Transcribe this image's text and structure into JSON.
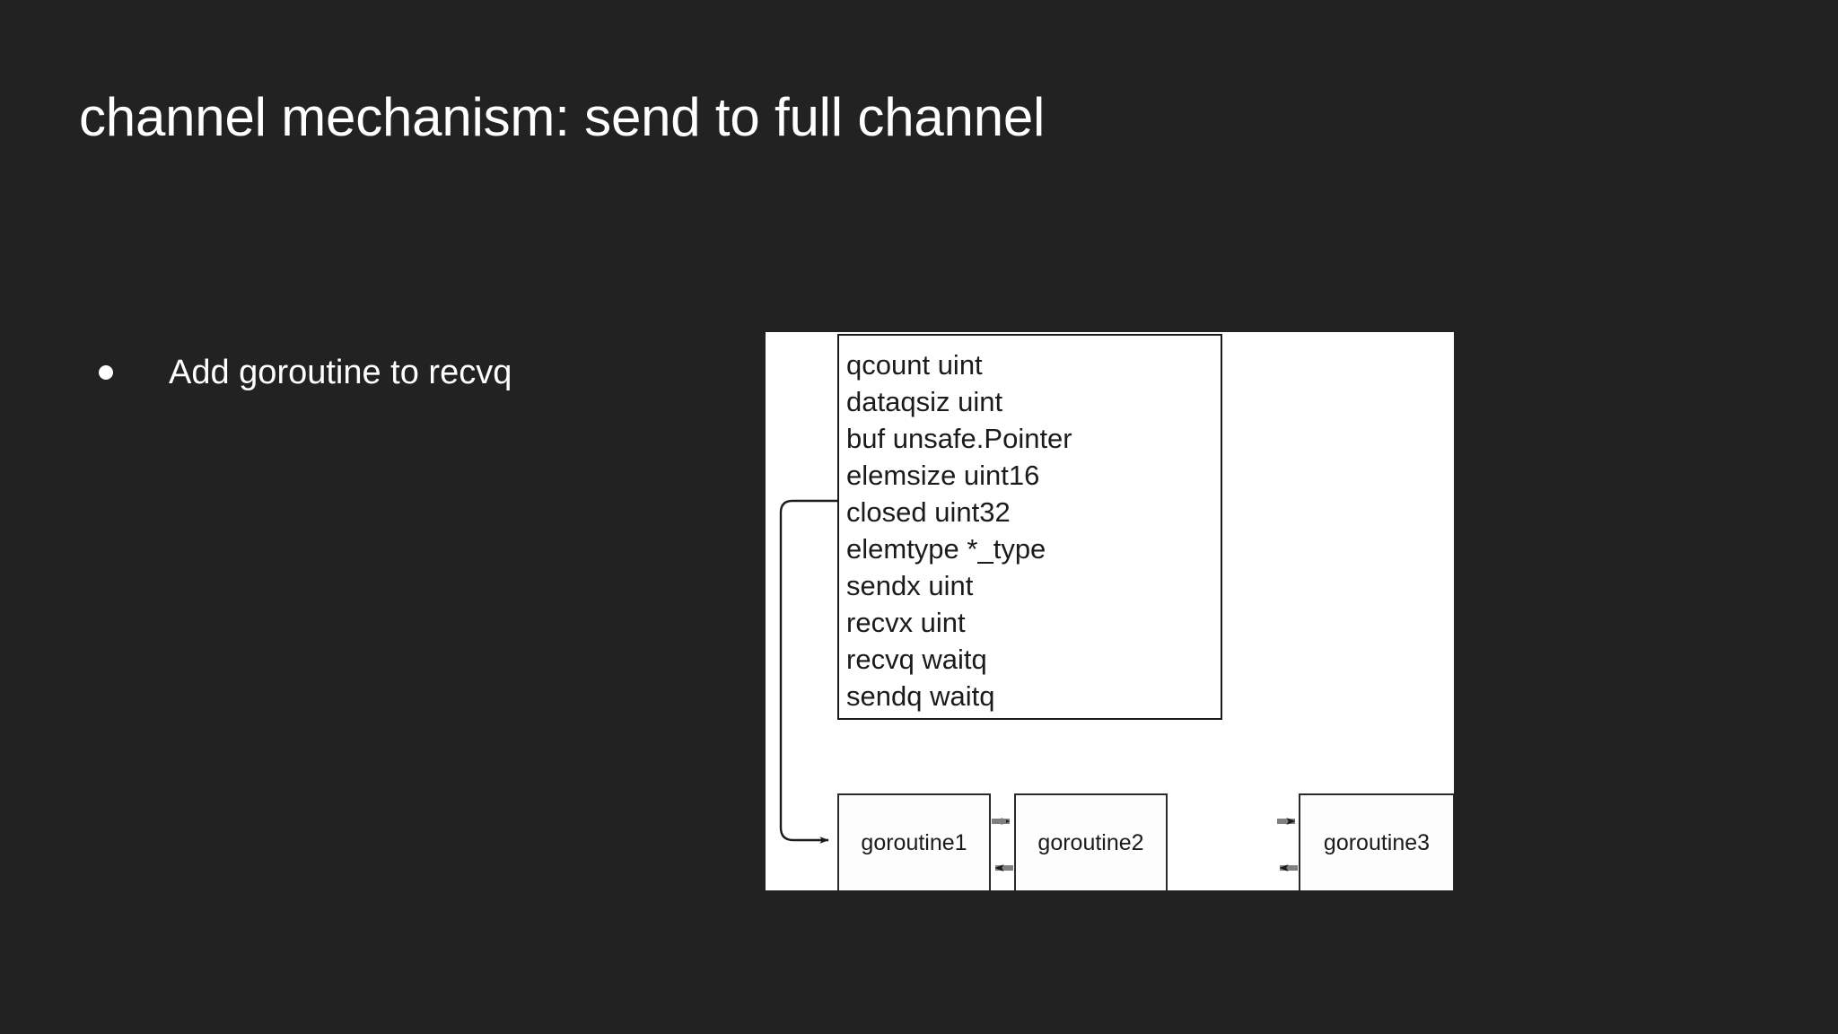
{
  "slide": {
    "background_color": "#222222",
    "title": "channel mechanism: send to full channel",
    "title_color": "#ffffff"
  },
  "bullets": [
    {
      "icon": "bullet-dot",
      "text": "Add goroutine to recvq"
    }
  ],
  "diagram": {
    "panel_background": "#ffffff",
    "stroke_color": "#1b1b1b",
    "arrow_line_color": "#808080",
    "hchan_struct": {
      "fields": [
        "qcount uint",
        "dataqsiz uint",
        "buf unsafe.Pointer",
        "elemsize uint16",
        "closed uint32",
        "elemtype *_type",
        "sendx uint",
        "recvx uint",
        "recvq waitq",
        "sendq waitq"
      ]
    },
    "goroutines": [
      {
        "label": "goroutine1"
      },
      {
        "label": "goroutine2"
      },
      {
        "label": "goroutine3"
      }
    ],
    "connectors": [
      {
        "name": "recvq-to-goroutine1",
        "from": "recvq waitq",
        "to": "goroutine1",
        "style": "curved-arrow"
      },
      {
        "name": "goroutine1-to-goroutine2",
        "from": "goroutine1",
        "to": "goroutine2",
        "style": "arrow-right"
      },
      {
        "name": "goroutine2-to-goroutine1",
        "from": "goroutine2",
        "to": "goroutine1",
        "style": "arrow-left"
      },
      {
        "name": "goroutine2-to-goroutine3",
        "from": "goroutine2",
        "to": "goroutine3",
        "style": "arrow-right"
      },
      {
        "name": "goroutine3-to-goroutine2",
        "from": "goroutine3",
        "to": "goroutine2",
        "style": "arrow-left"
      }
    ]
  }
}
